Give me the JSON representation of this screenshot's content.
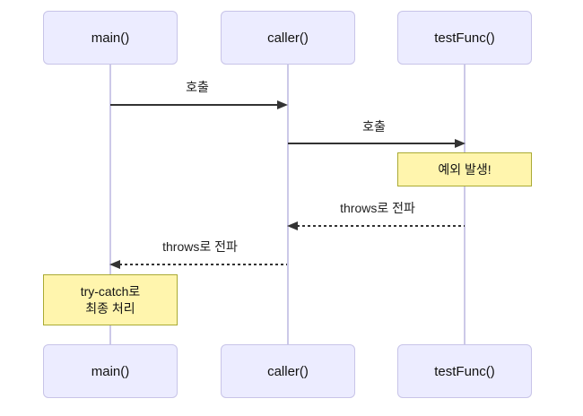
{
  "diagram": {
    "type": "sequence",
    "actors": [
      {
        "id": "main",
        "label": "main()"
      },
      {
        "id": "caller",
        "label": "caller()"
      },
      {
        "id": "testFunc",
        "label": "testFunc()"
      }
    ],
    "messages": [
      {
        "from": "main",
        "to": "caller",
        "label": "호출",
        "style": "solid"
      },
      {
        "from": "caller",
        "to": "testFunc",
        "label": "호출",
        "style": "solid"
      },
      {
        "from": "testFunc",
        "to": "caller",
        "label": "throws로 전파",
        "style": "dashed"
      },
      {
        "from": "caller",
        "to": "main",
        "label": "throws로 전파",
        "style": "dashed"
      }
    ],
    "notes": [
      {
        "over": "testFunc",
        "text": "예외 발생!"
      },
      {
        "over": "main",
        "line1": "try-catch로",
        "line2": "최종 처리"
      }
    ],
    "colors": {
      "background": "#ffffff",
      "actor_fill": "#ECECFF",
      "actor_border": "#c8c4e8",
      "lifeline": "#ccc9e8",
      "note_fill": "#fff5ad",
      "note_border": "#aaaa33",
      "message_line": "#333333"
    }
  }
}
